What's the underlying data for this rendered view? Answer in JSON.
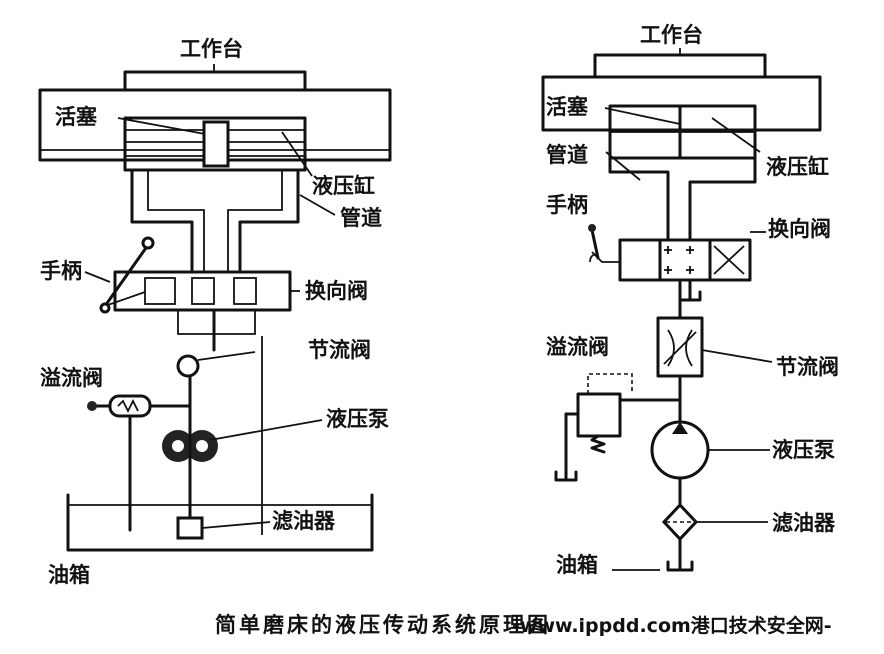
{
  "left": {
    "worktable": "工作台",
    "piston": "活塞",
    "cylinder": "液压缸",
    "pipe": "管道",
    "handle": "手柄",
    "reversing_valve": "换向阀",
    "throttle_valve": "节流阀",
    "relief_valve": "溢流阀",
    "pump": "液压泵",
    "filter": "滤油器",
    "tank": "油箱"
  },
  "right": {
    "worktable": "工作台",
    "piston": "活塞",
    "pipe": "管道",
    "cylinder": "液压缸",
    "handle": "手柄",
    "reversing_valve": "换向阀",
    "relief_valve": "溢流阀",
    "throttle_valve": "节流阀",
    "pump": "液压泵",
    "filter": "滤油器",
    "tank": "油箱"
  },
  "caption": "简单磨床的液压传动系统原理图",
  "watermark": "-www.ippdd.com港口技术安全网-"
}
